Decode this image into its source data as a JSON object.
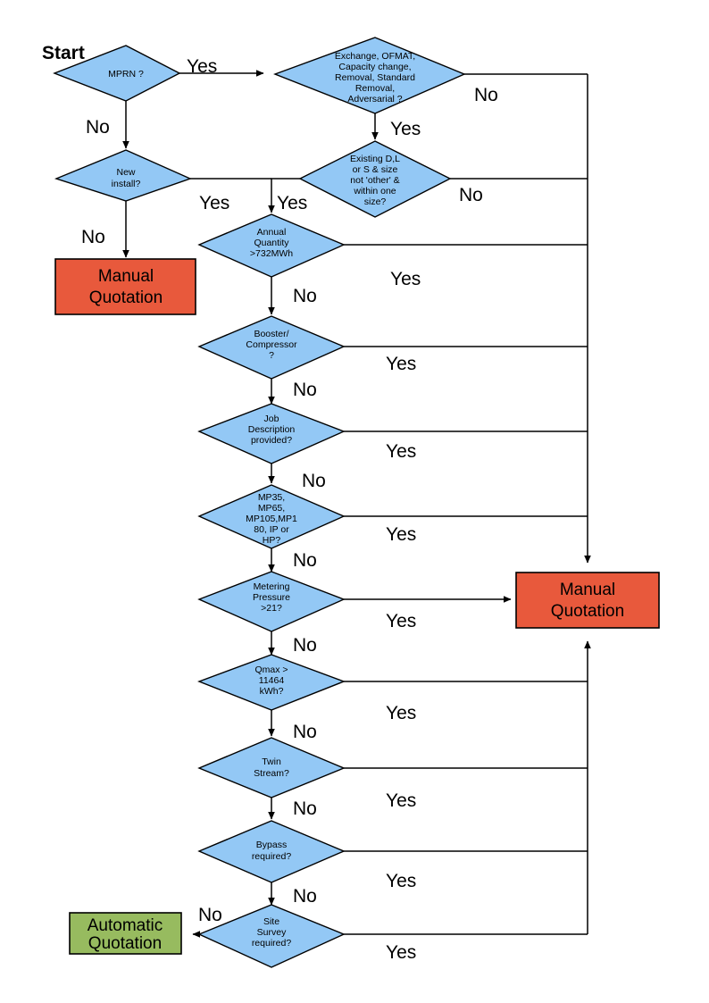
{
  "diagram": {
    "title_label": "Start",
    "colors": {
      "decision_fill": "#93C8F5",
      "manual_fill": "#E8593C",
      "automatic_fill": "#97BB5F",
      "line": "#000000",
      "background": "#FFFFFF"
    },
    "nodes": [
      {
        "id": "mprn",
        "type": "decision",
        "lines": [
          "MPRN ?"
        ]
      },
      {
        "id": "exchange",
        "type": "decision",
        "lines": [
          "Exchange, OFMAT,",
          "Capacity change,",
          "Removal, Standard",
          "Removal,",
          "Adversarial ?"
        ]
      },
      {
        "id": "newinstall",
        "type": "decision",
        "lines": [
          "New",
          "install?"
        ]
      },
      {
        "id": "existing",
        "type": "decision",
        "lines": [
          "Existing D,L",
          "or S & size",
          "not 'other' &",
          "within one",
          "size?"
        ]
      },
      {
        "id": "annual",
        "type": "decision",
        "lines": [
          "Annual",
          "Quantity",
          ">732MWh"
        ]
      },
      {
        "id": "booster",
        "type": "decision",
        "lines": [
          "Booster/",
          "Compressor",
          "?"
        ]
      },
      {
        "id": "jobdesc",
        "type": "decision",
        "lines": [
          "Job",
          "Description",
          "provided?"
        ]
      },
      {
        "id": "mpclass",
        "type": "decision",
        "lines": [
          "MP35,",
          "MP65,",
          "MP105,MP1",
          "80, IP or",
          "HP?"
        ]
      },
      {
        "id": "metering",
        "type": "decision",
        "lines": [
          "Metering",
          "Pressure",
          ">21?"
        ]
      },
      {
        "id": "qmax",
        "type": "decision",
        "lines": [
          "Qmax >",
          "11464",
          "kWh?"
        ]
      },
      {
        "id": "twin",
        "type": "decision",
        "lines": [
          "Twin",
          "Stream?"
        ]
      },
      {
        "id": "bypass",
        "type": "decision",
        "lines": [
          "Bypass",
          "required?"
        ]
      },
      {
        "id": "sitesurvey",
        "type": "decision",
        "lines": [
          "Site",
          "Survey",
          "required?"
        ]
      },
      {
        "id": "manual_left",
        "type": "terminator-manual",
        "lines": [
          "Manual",
          "Quotation"
        ]
      },
      {
        "id": "manual_right",
        "type": "terminator-manual",
        "lines": [
          "Manual",
          "Quotation"
        ]
      },
      {
        "id": "automatic",
        "type": "terminator-automatic",
        "lines": [
          "Automatic",
          "Quotation"
        ]
      }
    ],
    "edge_labels": [
      {
        "id": "mprn-yes",
        "text": "Yes"
      },
      {
        "id": "mprn-no",
        "text": "No"
      },
      {
        "id": "exchange-no",
        "text": "No"
      },
      {
        "id": "exchange-yes",
        "text": "Yes"
      },
      {
        "id": "newinstall-yes",
        "text": "Yes"
      },
      {
        "id": "newinstall-no",
        "text": "No"
      },
      {
        "id": "existing-no",
        "text": "No"
      },
      {
        "id": "existing-yes",
        "text": "Yes"
      },
      {
        "id": "annual-yes",
        "text": "Yes"
      },
      {
        "id": "annual-no",
        "text": "No"
      },
      {
        "id": "booster-yes",
        "text": "Yes"
      },
      {
        "id": "booster-no",
        "text": "No"
      },
      {
        "id": "jobdesc-yes",
        "text": "Yes"
      },
      {
        "id": "jobdesc-no",
        "text": "No"
      },
      {
        "id": "mpclass-yes",
        "text": "Yes"
      },
      {
        "id": "mpclass-no",
        "text": "No"
      },
      {
        "id": "metering-yes",
        "text": "Yes"
      },
      {
        "id": "metering-no",
        "text": "No"
      },
      {
        "id": "qmax-yes",
        "text": "Yes"
      },
      {
        "id": "qmax-no",
        "text": "No"
      },
      {
        "id": "twin-yes",
        "text": "Yes"
      },
      {
        "id": "twin-no",
        "text": "No"
      },
      {
        "id": "bypass-yes",
        "text": "Yes"
      },
      {
        "id": "bypass-no",
        "text": "No"
      },
      {
        "id": "sitesurvey-yes",
        "text": "Yes"
      },
      {
        "id": "sitesurvey-no",
        "text": "No"
      }
    ]
  }
}
